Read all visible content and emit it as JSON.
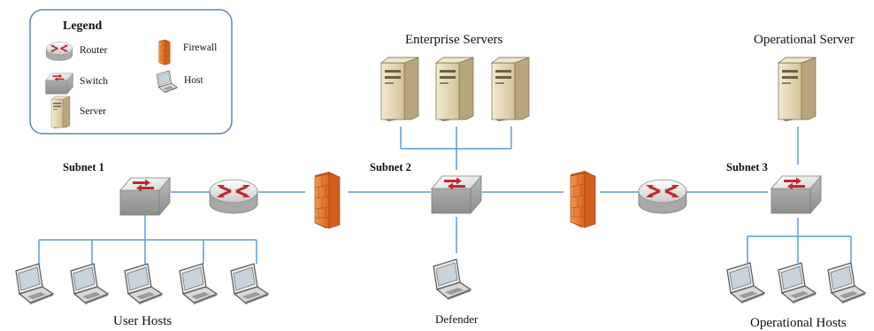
{
  "legend": {
    "title": "Legend",
    "items": [
      {
        "icon": "router-icon",
        "label": "Router"
      },
      {
        "icon": "firewall-icon",
        "label": "Firewall"
      },
      {
        "icon": "switch-icon",
        "label": "Switch"
      },
      {
        "icon": "host-icon",
        "label": "Host"
      },
      {
        "icon": "server-icon",
        "label": "Server"
      }
    ]
  },
  "labels": {
    "subnet1": "Subnet 1",
    "subnet2": "Subnet 2",
    "subnet3": "Subnet 3",
    "enterprise_servers": "Enterprise Servers",
    "operational_server": "Operational Server",
    "user_hosts": "User Hosts",
    "defender": "Defender",
    "operational_hosts": "Operational Hosts"
  },
  "colors": {
    "link": "#5b9bd5",
    "legend_border": "#5b87b7",
    "firewall": "#e8742a",
    "router_arrows": "#c0282d",
    "server_body": "#d9caa3"
  }
}
